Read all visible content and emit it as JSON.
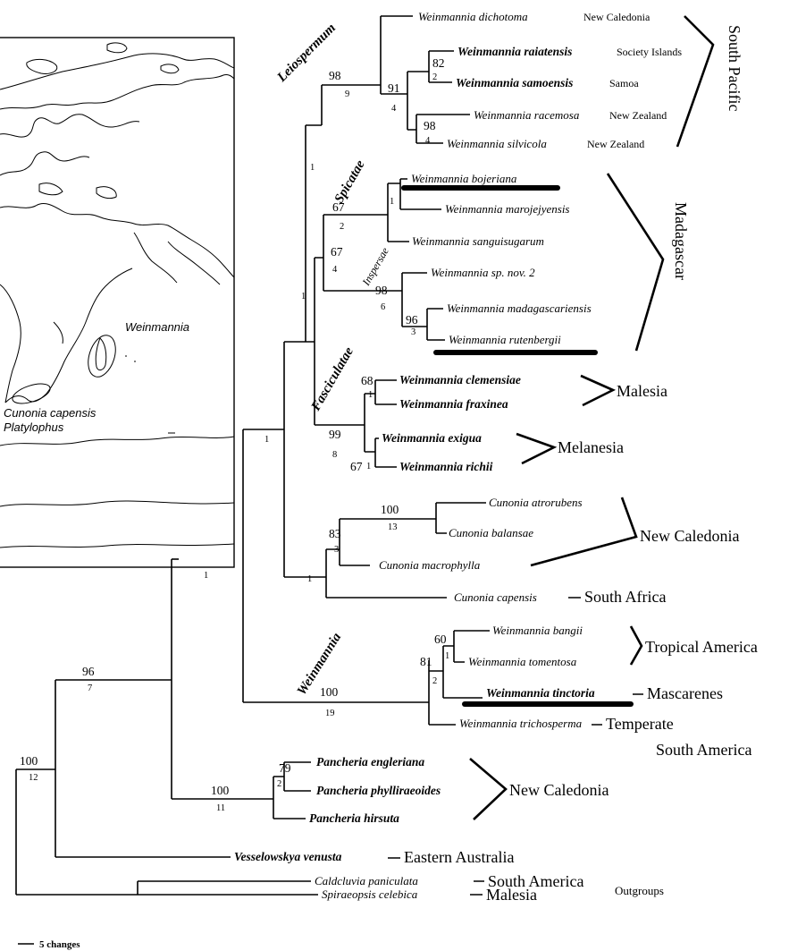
{
  "map": {
    "labels": {
      "weinmannia": "Weinmannia",
      "cunonia": "Cunonia capensis",
      "platylophus": "Platylophus"
    }
  },
  "taxa": [
    {
      "name": "Weinmannia dichotoma",
      "locality": "New Caledonia",
      "bold": false
    },
    {
      "name": "Weinmannia raiatensis",
      "locality": "Society Islands",
      "bold": true
    },
    {
      "name": "Weinmannia samoensis",
      "locality": "Samoa",
      "bold": true
    },
    {
      "name": "Weinmannia racemosa",
      "locality": "New Zealand",
      "bold": false
    },
    {
      "name": "Weinmannia silvicola",
      "locality": "New Zealand",
      "bold": false
    },
    {
      "name": "Weinmannia bojeriana",
      "locality": "",
      "bold": false
    },
    {
      "name": "Weinmannia marojejyensis",
      "locality": "",
      "bold": false
    },
    {
      "name": "Weinmannia sanguisugarum",
      "locality": "",
      "bold": false
    },
    {
      "name": "Weinmannia sp. nov. 2",
      "locality": "",
      "bold": false
    },
    {
      "name": "Weinmannia madagascariensis",
      "locality": "",
      "bold": false
    },
    {
      "name": "Weinmannia rutenbergii",
      "locality": "",
      "bold": false
    },
    {
      "name": "Weinmannia clemensiae",
      "locality": "",
      "bold": true
    },
    {
      "name": "Weinmannia fraxinea",
      "locality": "",
      "bold": true
    },
    {
      "name": "Weinmannia exigua",
      "locality": "",
      "bold": true
    },
    {
      "name": "Weinmannia richii",
      "locality": "",
      "bold": true
    },
    {
      "name": "Cunonia atrorubens",
      "locality": "",
      "bold": false
    },
    {
      "name": "Cunonia balansae",
      "locality": "",
      "bold": false
    },
    {
      "name": "Cunonia macrophylla",
      "locality": "",
      "bold": false
    },
    {
      "name": "Cunonia capensis",
      "locality": "",
      "bold": false
    },
    {
      "name": "Weinmannia bangii",
      "locality": "",
      "bold": false
    },
    {
      "name": "Weinmannia tomentosa",
      "locality": "",
      "bold": false
    },
    {
      "name": "Weinmannia tinctoria",
      "locality": "",
      "bold": true
    },
    {
      "name": "Weinmannia trichosperma",
      "locality": "",
      "bold": false
    },
    {
      "name": "Pancheria engleriana",
      "locality": "",
      "bold": true
    },
    {
      "name": "Pancheria phylliraeoides",
      "locality": "",
      "bold": true
    },
    {
      "name": "Pancheria hirsuta",
      "locality": "",
      "bold": true
    },
    {
      "name": "Vesselowskya venusta",
      "locality": "",
      "bold": true
    },
    {
      "name": "Caldcluvia paniculata",
      "locality": "",
      "bold": false
    },
    {
      "name": "Spiraeopsis celebica",
      "locality": "",
      "bold": false
    }
  ],
  "regions": {
    "south_pacific": "South Pacific",
    "madagascar": "Madagascar",
    "malesia": "Malesia",
    "melanesia": "Melanesia",
    "new_caledonia": "New Caledonia",
    "south_africa": "South Africa",
    "tropical_america": "Tropical America",
    "mascarenes": "Mascarenes",
    "temperate_line1": "Temperate",
    "temperate_line2": "South America",
    "new_caledonia_2": "New Caledonia",
    "eastern_australia": "Eastern Australia",
    "south_america": "South America",
    "malesia_2": "Malesia",
    "outgroups": "Outgroups"
  },
  "clades": {
    "leiospermum": "Leiospermum",
    "spicatae": "Spicatae",
    "inspersae": "Inspersae",
    "fasciculatae": "Fasciculatae",
    "weinmannia": "Weinmannia"
  },
  "support": {
    "n98a": "98",
    "n9": "9",
    "n82": "82",
    "n2a": "2",
    "n91": "91",
    "n4a": "4",
    "n98b": "98",
    "n4b": "4",
    "n1a": "1",
    "n67a": "67",
    "n2b": "2",
    "n1b": "1",
    "n67b": "67",
    "n4c": "4",
    "n98c": "98",
    "n6": "6",
    "n96a": "96",
    "n3a": "3",
    "n1c": "1",
    "n68": "68",
    "n1d": "1",
    "n99": "99",
    "n8": "8",
    "n67c": "67",
    "n1e": "1",
    "n1f": "1",
    "n100a": "100",
    "n13": "13",
    "n83": "83",
    "n3b": "3",
    "n1g": "1",
    "n1h": "1",
    "n60": "60",
    "n1i": "1",
    "n81": "81",
    "n2c": "2",
    "n100b": "100",
    "n19": "19",
    "n96b": "96",
    "n7": "7",
    "n79": "79",
    "n2d": "2",
    "n100c": "100",
    "n11": "11",
    "n100d": "100",
    "n12": "12"
  },
  "scale": {
    "label": "5 changes"
  }
}
